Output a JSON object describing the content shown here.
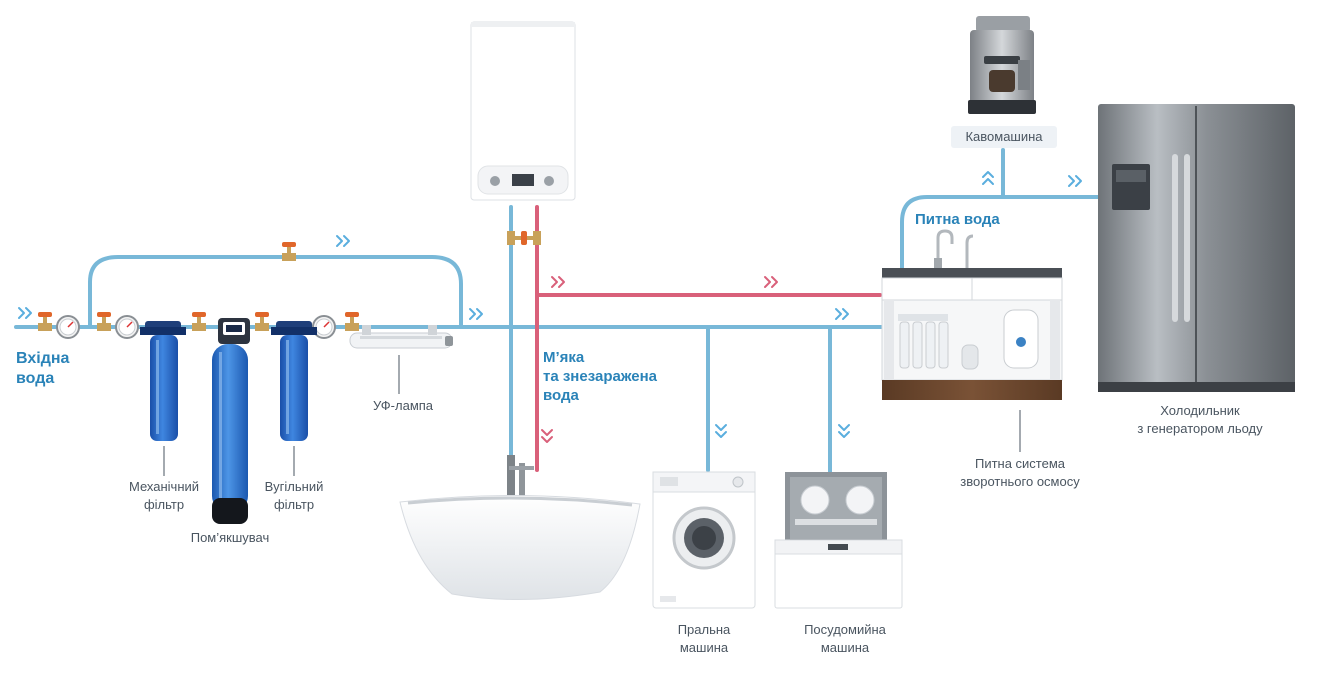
{
  "colors": {
    "cold_pipe": "#78b8d8",
    "hot_pipe": "#d9607a",
    "arrow_blue": "#5aaede",
    "arrow_red": "#d9607a",
    "label_blue": "#2a83b8",
    "label_gray": "#4a5560",
    "filter_blue": "#1f5fbf",
    "valve_orange": "#e0662a"
  },
  "labels": {
    "inlet": "Вхідна\nвода",
    "mechanical_filter": "Механічний\nфільтр",
    "softener": "Пом’якшувач",
    "carbon_filter": "Вугільний\nфільтр",
    "uv_lamp": "УФ-лампа",
    "soft_water": "М’яка\nта знезаражена\nвода",
    "drinking_water": "Питна вода",
    "coffee_machine": "Кавомашина",
    "fridge": "Холодильник\nз генератором льоду",
    "ro_system": "Питна система\nзворотнього осмосу",
    "washing_machine": "Пральна\nмашина",
    "dishwasher": "Посудомийна\nмашина"
  },
  "icons": [
    "pressure-gauge-icon",
    "valve-icon",
    "flow-arrow-icon",
    "boiler-icon",
    "bathtub-icon",
    "washing-machine-icon",
    "dishwasher-icon",
    "sink-cabinet-icon",
    "coffee-machine-icon",
    "fridge-icon"
  ]
}
